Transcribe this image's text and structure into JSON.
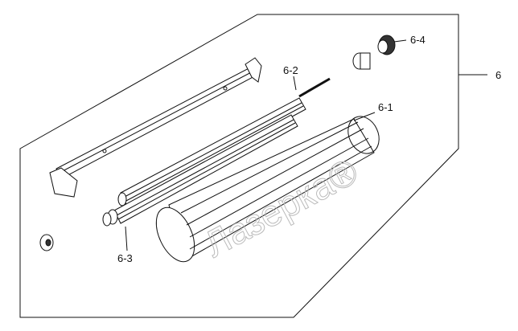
{
  "labels": {
    "assembly": "6",
    "part_6_1": "6-1",
    "part_6_2": "6-2",
    "part_6_3": "6-3",
    "part_6_4": "6-4"
  },
  "watermark": "Лазерка®"
}
